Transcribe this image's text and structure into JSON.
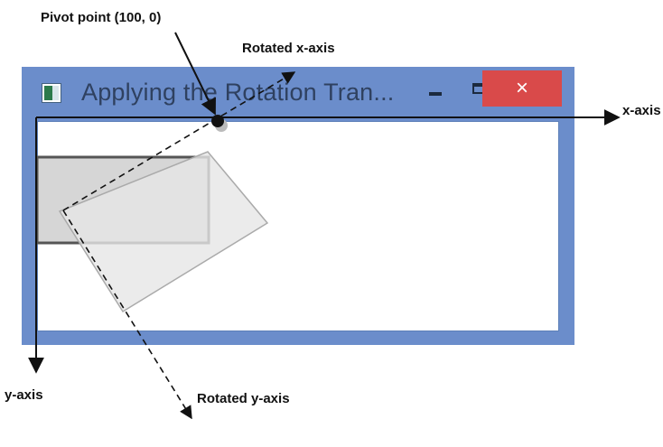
{
  "window": {
    "title": "Applying the Rotation Tran...",
    "close_symbol": "×",
    "icons": [
      "app-icon",
      "minimize-icon",
      "maximize-icon",
      "close-icon"
    ]
  },
  "annotations": {
    "pivot": "Pivot point (100, 0)",
    "rotated_x_axis": "Rotated x-axis",
    "x_axis": "x-axis",
    "y_axis": "y-axis",
    "rotated_y_axis": "Rotated y-axis"
  }
}
